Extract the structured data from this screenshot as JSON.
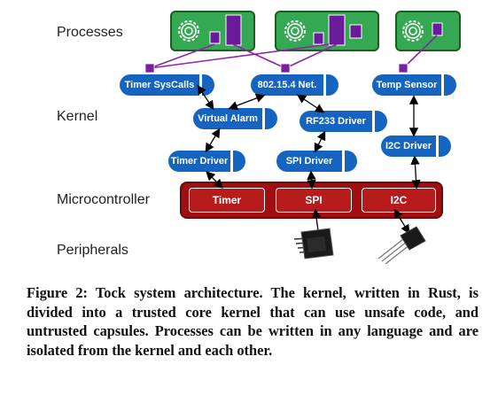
{
  "layers": {
    "processes": "Processes",
    "kernel": "Kernel",
    "microcontroller": "Microcontroller",
    "peripherals": "Peripherals"
  },
  "capsules": {
    "timer_syscalls": "Timer SysCalls",
    "net_802154": "802.15.4 Net.",
    "temp_sensor": "Temp Sensor",
    "virtual_alarm": "Virtual Alarm",
    "rf233_driver": "RF233 Driver",
    "i2c_driver": "I2C Driver",
    "timer_driver": "Timer Driver",
    "spi_driver": "SPI Driver"
  },
  "hardware": {
    "timer": "Timer",
    "spi": "SPI",
    "i2c": "I2C"
  },
  "caption": "Figure 2: Tock system architecture. The kernel, written in Rust, is divided into a trusted core kernel that can use unsafe code, and untrusted capsules. Processes can be written in any language and are isolated from the kernel and each other.",
  "colors": {
    "process_green": "#34a853",
    "capsule_blue": "#1565c0",
    "mcu_red": "#a00e12",
    "syscall_purple": "#7b1fa2"
  }
}
